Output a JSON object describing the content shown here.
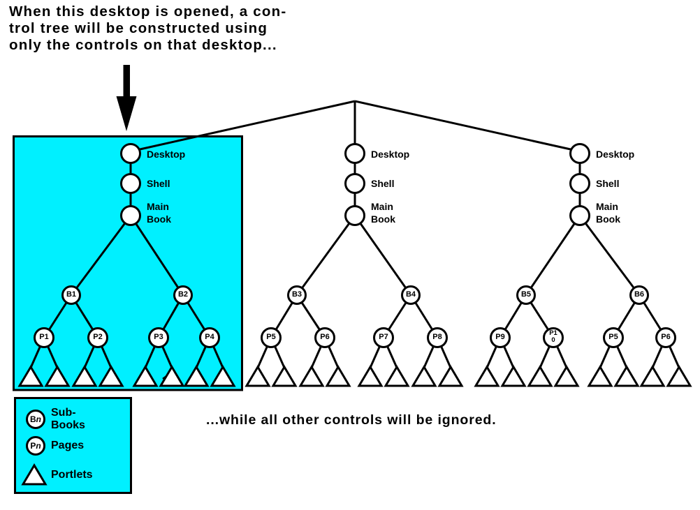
{
  "notes": {
    "top_lines": [
      "When this desktop is opened, a con-",
      "trol tree will be constructed using",
      "only the controls on that desktop..."
    ],
    "bottom": "...while all other controls will be ignored."
  },
  "colors": {
    "highlight": "#00F0FF",
    "line": "#000000",
    "node_fill": "#FFFFFF",
    "background": "#FFFFFF"
  },
  "trees": [
    {
      "highlighted": true,
      "levels": {
        "desktop": "Desktop",
        "shell": "Shell",
        "main_book": "Main Book"
      },
      "books": [
        {
          "label": "B1",
          "pages": [
            {
              "label": "P1",
              "portlets": 2
            },
            {
              "label": "P2",
              "portlets": 2
            }
          ]
        },
        {
          "label": "B2",
          "pages": [
            {
              "label": "P3",
              "portlets": 2
            },
            {
              "label": "P4",
              "portlets": 2
            }
          ]
        }
      ]
    },
    {
      "highlighted": false,
      "levels": {
        "desktop": "Desktop",
        "shell": "Shell",
        "main_book": "Main Book"
      },
      "books": [
        {
          "label": "B3",
          "pages": [
            {
              "label": "P5",
              "portlets": 2
            },
            {
              "label": "P6",
              "portlets": 2
            }
          ]
        },
        {
          "label": "B4",
          "pages": [
            {
              "label": "P7",
              "portlets": 2
            },
            {
              "label": "P8",
              "portlets": 2
            }
          ]
        }
      ]
    },
    {
      "highlighted": false,
      "levels": {
        "desktop": "Desktop",
        "shell": "Shell",
        "main_book": "Main Book"
      },
      "books": [
        {
          "label": "B5",
          "pages": [
            {
              "label": "P9",
              "portlets": 2
            },
            {
              "label": "P10",
              "portlets": 2
            }
          ]
        },
        {
          "label": "B6",
          "pages": [
            {
              "label": "P5",
              "portlets": 2
            },
            {
              "label": "P6",
              "portlets": 2
            }
          ]
        }
      ]
    }
  ],
  "legend": {
    "items": [
      {
        "symbol": "subbook-circle-icon",
        "badge_letter": "B",
        "badge_n": "n",
        "label_lines": [
          "Sub-",
          "Books"
        ]
      },
      {
        "symbol": "page-circle-icon",
        "badge_letter": "P",
        "badge_n": "n",
        "label_lines": [
          "Pages"
        ]
      },
      {
        "symbol": "portlet-triangle-icon",
        "badge_letter": "",
        "badge_n": "",
        "label_lines": [
          "Portlets"
        ]
      }
    ]
  },
  "icons": {
    "pointer": "down-arrow-icon"
  }
}
